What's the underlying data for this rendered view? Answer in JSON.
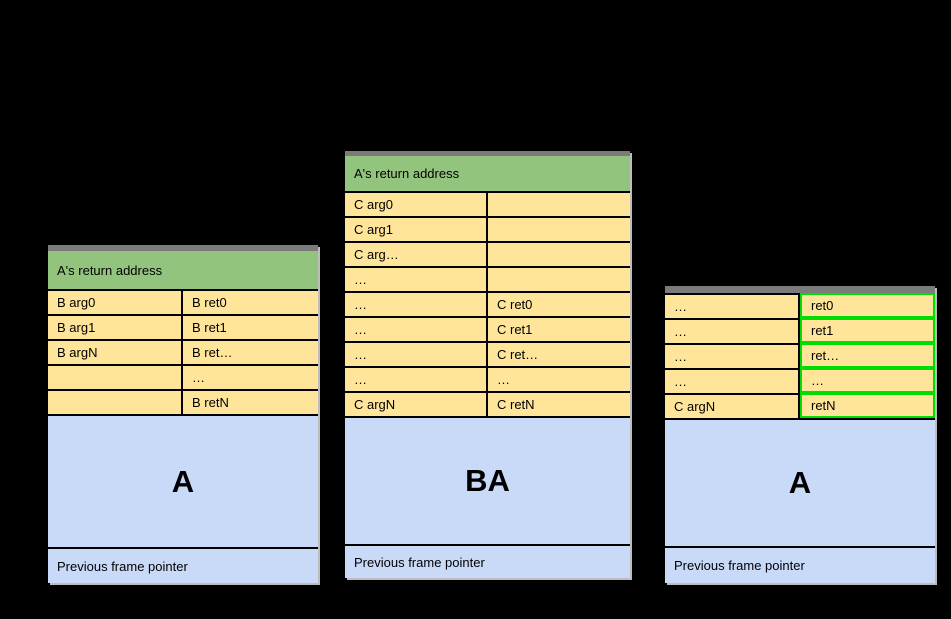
{
  "diagram": {
    "background": "#000000",
    "colors": {
      "header_green": "#93c47d",
      "cell_yellow": "#ffe599",
      "frame_blue": "#c9daf8",
      "highlight_green_border": "#00dd00",
      "top_bar_gray": "#7b7b7b",
      "grid_black": "#000000"
    },
    "frames": [
      {
        "name": "left-stack-frame",
        "header": "A's return address",
        "rows": [
          [
            "B arg0",
            "B ret0"
          ],
          [
            "B arg1",
            "B ret1"
          ],
          [
            "B argN",
            "B ret…"
          ],
          [
            "",
            "…"
          ],
          [
            "",
            "B retN"
          ]
        ],
        "big_label": "A",
        "footer": "Previous frame pointer"
      },
      {
        "name": "middle-stack-frame",
        "header": "A's return address",
        "rows": [
          [
            "C arg0",
            ""
          ],
          [
            "C arg1",
            ""
          ],
          [
            "C arg…",
            ""
          ],
          [
            "…",
            ""
          ],
          [
            "…",
            "C ret0"
          ],
          [
            "…",
            "C ret1"
          ],
          [
            "…",
            "C ret…"
          ],
          [
            "…",
            "…"
          ],
          [
            "C argN",
            "C retN"
          ]
        ],
        "big_label": "BA",
        "footer": "Previous frame pointer"
      },
      {
        "name": "right-stack-frame",
        "rows": [
          [
            "…",
            "ret0"
          ],
          [
            "…",
            "ret1"
          ],
          [
            "…",
            "ret…"
          ],
          [
            "…",
            "…"
          ],
          [
            "C argN",
            "retN"
          ]
        ],
        "big_label": "A",
        "footer": "Previous frame pointer"
      }
    ]
  }
}
